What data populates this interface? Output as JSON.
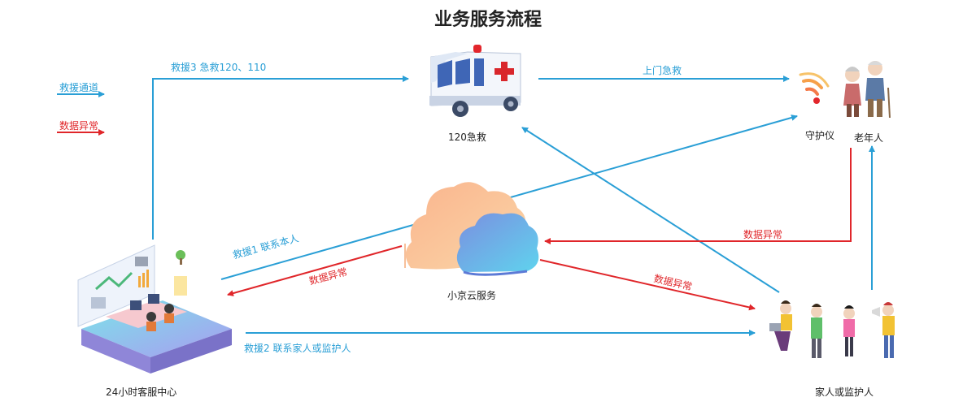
{
  "title": "业务服务流程",
  "legend": {
    "rescue_channel": "救援通道",
    "data_abnormal": "数据异常"
  },
  "nodes": {
    "ambulance": "120急救",
    "guardian": "守护仪",
    "elderly": "老年人",
    "cloud": "小京云服务",
    "service_center": "24小时客服中心",
    "family": "家人或监护人"
  },
  "edges": {
    "rescue3": "救援3 急救120、110",
    "home_rescue": "上门急救",
    "rescue1": "救援1 联系本人",
    "rescue2": "救援2 联系家人或监护人",
    "abnormal_cloud_to_center": "数据异常",
    "abnormal_cloud_to_family": "数据异常",
    "abnormal_elderly_to_cloud": "数据异常"
  },
  "colors": {
    "rescue": "#2a9fd6",
    "abnormal": "#e0262a"
  }
}
